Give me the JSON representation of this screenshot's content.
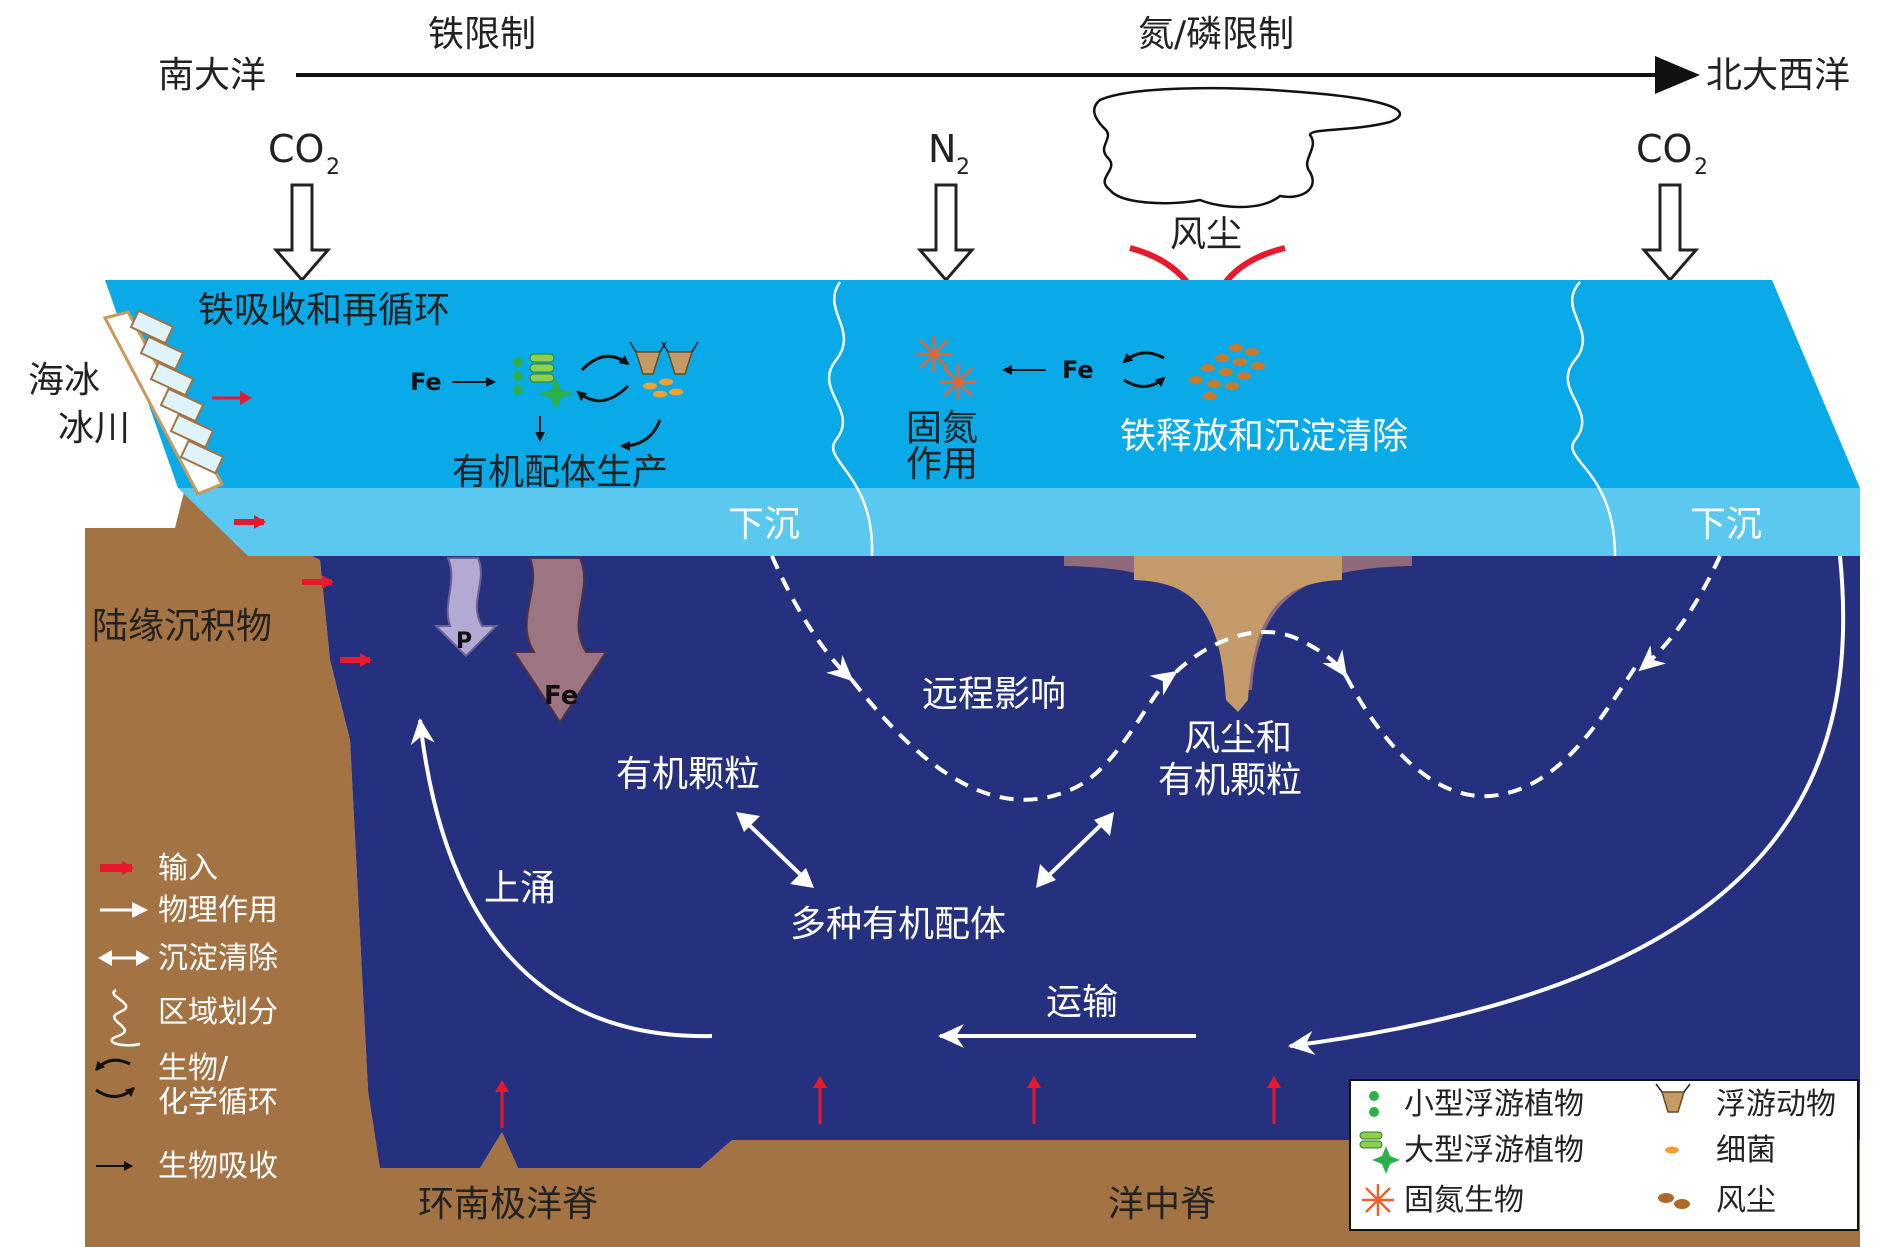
{
  "header": {
    "left": "南大洋",
    "right": "北大西洋",
    "iron_limit": "铁限制",
    "np_limit": "氮/磷限制"
  },
  "gases": {
    "co2_left": "CO",
    "co2_right": "CO",
    "n2": "N",
    "sub2": "2"
  },
  "dust_label": "风尘",
  "surface": {
    "iron_uptake": "铁吸收和再循环",
    "fe_left": "Fe",
    "fe_mid": "Fe",
    "ligand_production": "有机配体生产",
    "n_fix_1": "固氮",
    "n_fix_2": "作用",
    "iron_release": "铁释放和沉淀清除"
  },
  "ice": {
    "line1": "海冰",
    "line2": "冰川"
  },
  "sinking": {
    "left": "下沉",
    "right": "下沉"
  },
  "deep": {
    "margin_sediment": "陆缘沉积物",
    "p_label": "P",
    "fe_label": "Fe",
    "remote": "远程影响",
    "dust_particles_1": "风尘和",
    "dust_particles_2": "有机颗粒",
    "organic_particles": "有机颗粒",
    "ligands": "多种有机配体",
    "upwelling": "上涌",
    "transport": "运输"
  },
  "seafloor": {
    "acc_ridge": "环南极洋脊",
    "mid_ridge": "洋中脊"
  },
  "legend_left": [
    {
      "icon": "red-arrow",
      "label": "输入"
    },
    {
      "icon": "white-arrow",
      "label": "物理作用"
    },
    {
      "icon": "double-arrow",
      "label": "沉淀清除"
    },
    {
      "icon": "wave",
      "label": "区域划分"
    },
    {
      "icon": "cycle",
      "label": "生物/",
      "label2": "化学循环"
    },
    {
      "icon": "thin-arrow",
      "label": "生物吸收"
    }
  ],
  "legend_box": {
    "small_phyto": "小型浮游植物",
    "large_phyto": "大型浮游植物",
    "n_fixer": "固氮生物",
    "zooplankton": "浮游动物",
    "bacteria": "细菌",
    "dust": "风尘"
  },
  "colors": {
    "surface_water": "#0aaae8",
    "mixed_layer": "#5bc8f0",
    "deep_water": "#25307f",
    "sediment": "#a47343",
    "input_red": "#e8192c",
    "dust_brown": "#c67a2e"
  }
}
